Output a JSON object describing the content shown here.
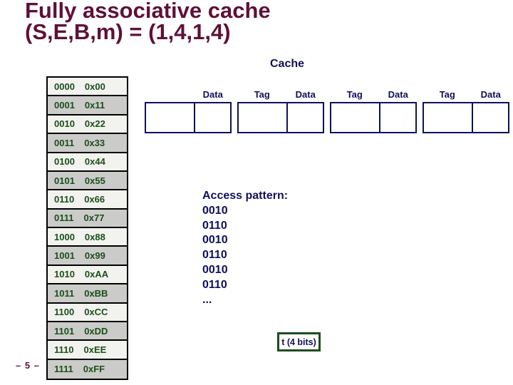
{
  "slide": {
    "title_line1": "Fully associative cache",
    "title_line2": "(S,E,B,m) = (1,4,1,4)",
    "page_number": "– 5 –"
  },
  "colors": {
    "title_maroon": "#5e1138",
    "navy": "#10105a",
    "table_green_text": "#1a4f1a",
    "tbits_border_green": "#1d4d1f",
    "row_light": "#f2f2ef",
    "row_dark": "#cbcbc9"
  },
  "cache": {
    "heading": "Cache",
    "lines": [
      {
        "tag_label": "",
        "data_label": "Data",
        "tag_value": "",
        "data_value": ""
      },
      {
        "tag_label": "Tag",
        "data_label": "Data",
        "tag_value": "",
        "data_value": ""
      },
      {
        "tag_label": "Tag",
        "data_label": "Data",
        "tag_value": "",
        "data_value": ""
      },
      {
        "tag_label": "Tag",
        "data_label": "Data",
        "tag_value": "",
        "data_value": ""
      }
    ]
  },
  "memory": {
    "rows": [
      {
        "address": "0000",
        "value": "0x00"
      },
      {
        "address": "0001",
        "value": "0x11"
      },
      {
        "address": "0010",
        "value": "0x22"
      },
      {
        "address": "0011",
        "value": "0x33"
      },
      {
        "address": "0100",
        "value": "0x44"
      },
      {
        "address": "0101",
        "value": "0x55"
      },
      {
        "address": "0110",
        "value": "0x66"
      },
      {
        "address": "0111",
        "value": "0x77"
      },
      {
        "address": "1000",
        "value": "0x88"
      },
      {
        "address": "1001",
        "value": "0x99"
      },
      {
        "address": "1010",
        "value": "0xAA"
      },
      {
        "address": "1011",
        "value": "0xBB"
      },
      {
        "address": "1100",
        "value": "0xCC"
      },
      {
        "address": "1101",
        "value": "0xDD"
      },
      {
        "address": "1110",
        "value": "0xEE"
      },
      {
        "address": "1111",
        "value": "0xFF"
      }
    ]
  },
  "access_pattern": {
    "heading": "Access pattern:",
    "entries": [
      "0010",
      "0110",
      "0010",
      "0110",
      "0010",
      "0110",
      "..."
    ]
  },
  "tag_bits_label": "t (4 bits)"
}
